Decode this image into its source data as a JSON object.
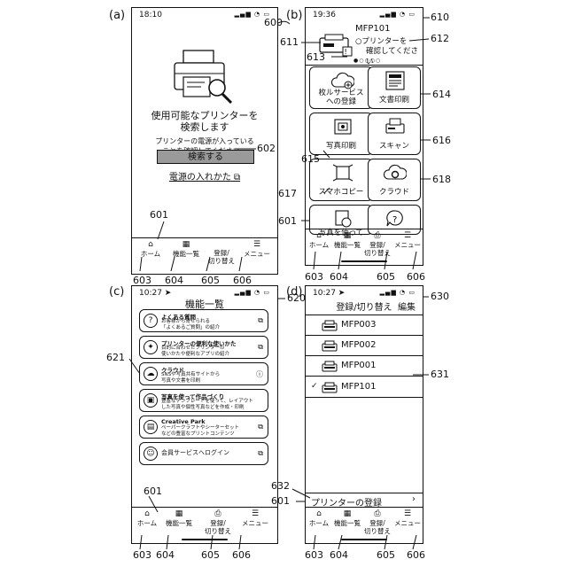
{
  "panels": {
    "a": {
      "letter": "(a)",
      "time": "18:10",
      "title": [
        "使用可能なプリンターを",
        "検索します"
      ],
      "subtitle": [
        "プリンターの電源が入っている",
        "ことを確認してください。"
      ],
      "search_button": "検索する",
      "power_link": "電源の入れかた"
    },
    "b": {
      "letter": "(b)",
      "time": "19:36",
      "printer_name": "MFP101",
      "printer_status": [
        "プリンターを",
        "確認してください"
      ],
      "tiles": [
        {
          "label": [
            "枚ルサービス",
            "への登録"
          ],
          "icon": "cloud-plus-icon"
        },
        {
          "label": [
            "文書印刷"
          ],
          "icon": "document-icon"
        },
        {
          "label": [
            "写真印刷"
          ],
          "icon": "photo-icon"
        },
        {
          "label": [
            "スキャン"
          ],
          "icon": "scanner-icon"
        },
        {
          "label": [
            "スマホコピー"
          ],
          "icon": "frame-icon"
        },
        {
          "label": [
            "クラウド"
          ],
          "icon": "cloud-gear-icon"
        },
        {
          "label": [
            "写真を使って"
          ],
          "icon": "photo-badge-icon"
        },
        {
          "label": [
            ""
          ],
          "icon": "help-icon"
        }
      ]
    },
    "c": {
      "letter": "(c)",
      "time": "10:27",
      "title": "機能一覧",
      "cards": [
        {
          "head": "よくある質問",
          "body": [
            "お客様から寄せられる",
            "「よくあるご質問」の紹介"
          ],
          "icon": "question-icon",
          "trail": "external-link-icon"
        },
        {
          "head": "プリンターの便利な使いかた",
          "body": [
            "目的に合わせたプリンターの",
            "使いかたや便利なアプリの紹介"
          ],
          "icon": "lightbulb-icon",
          "trail": "external-link-icon"
        },
        {
          "head": "クラウド",
          "body": [
            "SNSや写真共有サイトから",
            "写真や文書を印刷"
          ],
          "icon": "cloud-icon",
          "trail": "help-icon"
        },
        {
          "head": "写真を使って作品づくり",
          "body": [
            "豊富なテンプレートを使って、レイアウト",
            "した写真や個性写真などを作成・印刷"
          ],
          "icon": "photo-icon",
          "trail": ""
        },
        {
          "head": "Creative Park",
          "body": [
            "ペーパークラフトやシーターセット",
            "などの豊富なプリントコンテンツ"
          ],
          "icon": "chart-icon",
          "trail": "external-link-icon"
        },
        {
          "head": "",
          "body": [
            "会員サービスへログイン"
          ],
          "icon": "user-icon",
          "trail": "external-link-icon"
        }
      ]
    },
    "d": {
      "letter": "(d)",
      "time": "10:27",
      "title": "登録/切り替え",
      "edit": "編集",
      "printers": [
        {
          "name": "MFP003",
          "selected": false
        },
        {
          "name": "MFP002",
          "selected": false
        },
        {
          "name": "MFP001",
          "selected": false
        },
        {
          "name": "MFP101",
          "selected": true
        }
      ],
      "add_printer": "プリンターの登録"
    }
  },
  "tabbar": {
    "home": "ホーム",
    "functions": "機能一覧",
    "register": [
      "登録/",
      "切り替え"
    ],
    "menu": "メニュー"
  },
  "refs": {
    "r600": "600",
    "r602": "602",
    "r601": "601",
    "r603": "603",
    "r604": "604",
    "r605": "605",
    "r606": "606",
    "r610": "610",
    "r611": "611",
    "r612": "612",
    "r613": "613",
    "r614": "614",
    "r615": "615",
    "r616": "616",
    "r617": "617",
    "r618": "618",
    "r620": "620",
    "r621": "621",
    "r630": "630",
    "r631": "631",
    "r632": "632"
  }
}
